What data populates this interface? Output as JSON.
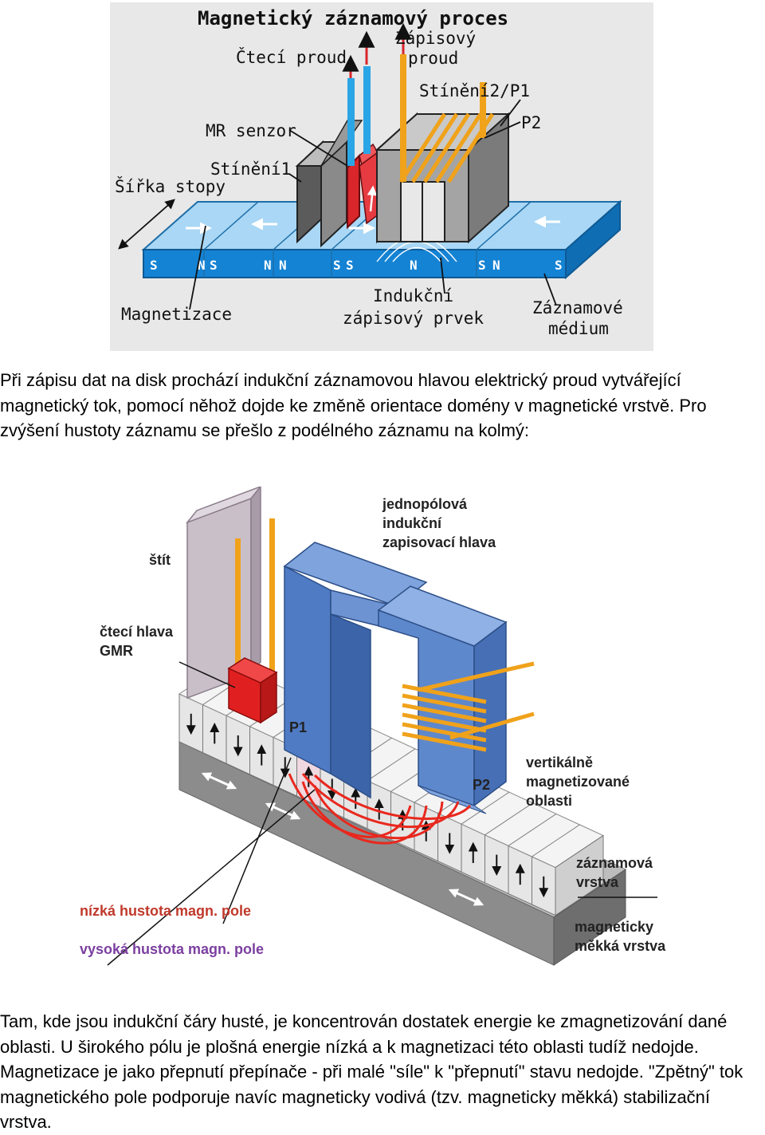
{
  "figure1": {
    "title": "Magnetický záznamový proces",
    "labels": {
      "zapisovy_proud": [
        "Zápisový",
        "proud"
      ],
      "cteci_proud": "Čtecí proud",
      "stineni2": "Stínění2/P1",
      "p2": "P2",
      "mr_senzor": "MR senzor",
      "stineni1": "Stínění1",
      "sirka_stopy": "Šířka stopy",
      "magnetizace": "Magnetizace",
      "indukcni": [
        "Indukční",
        "zápisový prvek"
      ],
      "medium": [
        "Záznamové",
        "médium"
      ]
    },
    "pole_letters": [
      "S",
      "N",
      "S",
      "N",
      "N",
      "S",
      "S",
      "N",
      "S",
      "N",
      "S"
    ]
  },
  "paragraph1": "Při zápisu dat na disk prochází indukční záznamovou hlavou elektrický proud vytvářející magnetický tok, pomocí něhož dojde ke změně orientace domény v magnetické vrstvě. Pro zvýšení hustoty záznamu se přešlo z podélného záznamu na kolmý:",
  "figure2": {
    "labels": {
      "hlava": [
        "jednopólová",
        "indukční",
        "zapisovací hlava"
      ],
      "stit": "štít",
      "cteci": [
        "čtecí hlava",
        "GMR"
      ],
      "p1": "P1",
      "p2": "P2",
      "vertikalne": [
        "vertikálně",
        "magnetizované",
        "oblasti"
      ],
      "zaznamova": [
        "záznamová",
        "vrstva"
      ],
      "mekka": [
        "magneticky",
        "měkká vrstva"
      ],
      "nizka": "nízká hustota magn. pole",
      "vysoka": "vysoká hustota magn. pole"
    },
    "colors": {
      "nizka": "#c0392b",
      "vysoka": "#7b3fa0"
    }
  },
  "paragraph2": "Tam, kde jsou indukční čáry husté, je koncentrován dostatek energie ke zmagnetizování dané oblasti. U širokého pólu je plošná energie nízká a k magnetizaci této oblasti tudíž nedojde. Magnetizace je jako přepnutí přepínače - při malé \"síle\" k \"přepnutí\" stavu nedojde. \"Zpětný\" tok magnetického pole podporuje navíc magneticky vodivá (tzv. magneticky měkká) stabilizační vrstva."
}
